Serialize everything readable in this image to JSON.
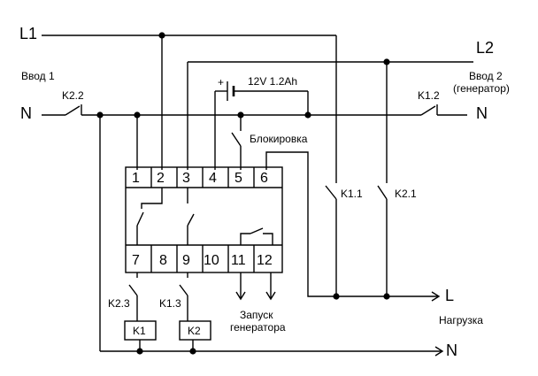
{
  "lines": {
    "l1": "L1",
    "n_left": "N",
    "l2": "L2",
    "n_right": "N",
    "load_l": "L",
    "load_n": "N"
  },
  "inputs": {
    "input1": "Ввод 1",
    "input2_line1": "Ввод 2",
    "input2_line2": "(генератор)"
  },
  "battery": {
    "plus": "+",
    "label": "12V 1.2Ah"
  },
  "blocking": "Блокировка",
  "relay_terminals": {
    "top": [
      "1",
      "2",
      "3",
      "4",
      "5",
      "6"
    ],
    "bottom": [
      "7",
      "8",
      "9",
      "10",
      "11",
      "12"
    ]
  },
  "contacts": {
    "k2_2": "K2.2",
    "k1_2": "K1.2",
    "k1_1": "K1.1",
    "k2_1": "K2.1",
    "k2_3": "K2.3",
    "k1_3": "K1.3"
  },
  "coils": {
    "k1": "K1",
    "k2": "K2"
  },
  "generator_start": {
    "line1": "Запуск",
    "line2": "генератора"
  },
  "load": "Нагрузка"
}
